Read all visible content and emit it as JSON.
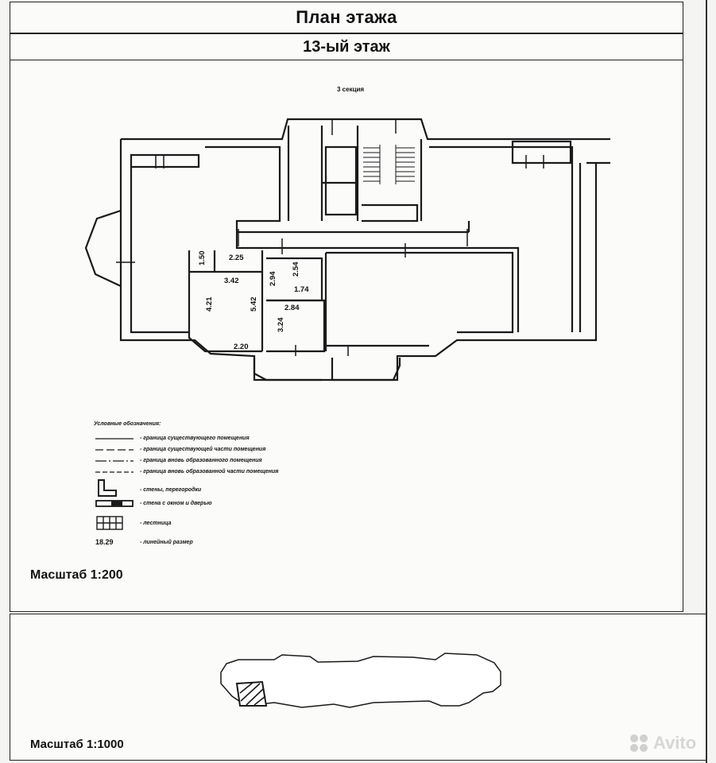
{
  "header": {
    "title": "План этажа",
    "floor": "13-ый этаж"
  },
  "plan": {
    "section_label": "3 секция",
    "dimensions": [
      "1.50",
      "2.25",
      "3.42",
      "4.21",
      "5.42",
      "2.20",
      "2.94",
      "2.54",
      "1.74",
      "2.84",
      "3.24"
    ]
  },
  "legend": {
    "title": "Условные обозначения:",
    "items": [
      "- граница существующего помещения",
      "- граница существующей части помещения",
      "- граница вновь образованного помещения",
      "- граница вновь образованной части помещения",
      "- стены, перегородки",
      "- стена с окном и дверью",
      "- лестница",
      "- линейный размер"
    ],
    "dim_sample": "18.29"
  },
  "scales": {
    "main": "Масштаб 1:200",
    "site": "Масштаб 1:1000"
  },
  "watermark": {
    "text": "Avito"
  }
}
